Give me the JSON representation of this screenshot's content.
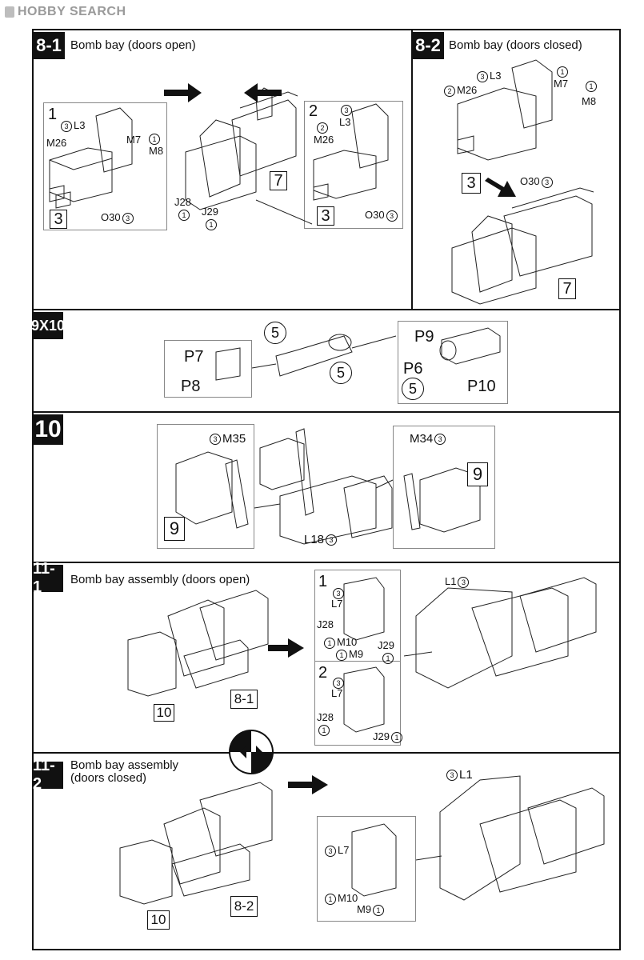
{
  "header": {
    "brand": "HOBBY SEARCH"
  },
  "steps": {
    "s81": {
      "num": "8-1",
      "title": "Bomb bay (doors open)"
    },
    "s82": {
      "num": "8-2",
      "title": "Bomb bay (doors closed)"
    },
    "s910": {
      "num": "9X10"
    },
    "s10": {
      "num": "10"
    },
    "s111": {
      "num": "11-1",
      "title": "Bomb bay assembly (doors open)"
    },
    "s112": {
      "num": "11-2",
      "title": "Bomb bay assembly",
      "title2": "(doors closed)"
    }
  },
  "labels": {
    "sub1": "1",
    "sub2": "2",
    "n1": "1",
    "n2": "2",
    "n3": "3",
    "n5": "5",
    "L3": "L3",
    "M26": "M26",
    "M7": "M7",
    "M8": "M8",
    "O30": "O30",
    "J28": "J28",
    "J29": "J29",
    "P7": "P7",
    "P8": "P8",
    "P9": "P9",
    "P6": "P6",
    "P10": "P10",
    "M35": "M35",
    "M34": "M34",
    "L18": "L18",
    "L7": "L7",
    "M10": "M10",
    "M9": "M9",
    "L1": "L1",
    "box3": "3",
    "box7": "7",
    "box9": "9",
    "box10": "10",
    "box81": "8-1",
    "box82": "8-2"
  }
}
